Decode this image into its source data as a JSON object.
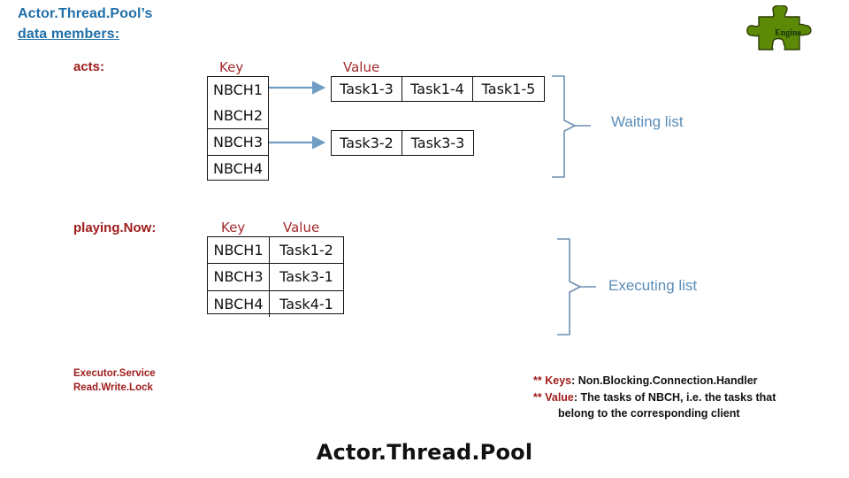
{
  "slide": {
    "heading_line1": "Actor.Thread.Pool’s",
    "heading_line2": "data members:",
    "bottom_title": "Actor.Thread.Pool",
    "heading_color": "#1f6fa8",
    "label_color": "#9e1b1b",
    "list_label_color": "#5b8db8",
    "arrow_color": "#6f9dc4",
    "engine_color": "#5d8a06"
  },
  "engine": {
    "label": "Engine",
    "icon": "puzzle-piece-icon"
  },
  "acts": {
    "label": "acts:",
    "key_header": "Key",
    "value_header": "Value",
    "keys": [
      "NBCH1",
      "NBCH2",
      "NBCH3",
      "NBCH4"
    ],
    "value_rows": [
      {
        "key": "NBCH1",
        "tasks": [
          "Task1-3",
          "Task1-4",
          "Task1-5"
        ]
      },
      {
        "key": "NBCH3",
        "tasks": [
          "Task3-2",
          "Task3-3"
        ]
      }
    ],
    "bracket_label": "Waiting list"
  },
  "playing_now": {
    "label": "playing.Now:",
    "key_header": "Key",
    "value_header": "Value",
    "rows": [
      {
        "key": "NBCH1",
        "value": "Task1-2"
      },
      {
        "key": "NBCH3",
        "value": "Task3-1"
      },
      {
        "key": "NBCH4",
        "value": "Task4-1"
      }
    ],
    "bracket_label": "Executing list"
  },
  "locks_note": {
    "line1": "Executor.Service",
    "line2": "Read.Write.Lock"
  },
  "footnotes": {
    "stars1": "**",
    "key1": "Keys",
    "text1": ": Non.Blocking.Connection.Handler",
    "stars2": "**",
    "key2": "Value",
    "text2": ": The tasks of NBCH, i.e. the tasks  that",
    "text2_cont": "belong to the corresponding client"
  }
}
